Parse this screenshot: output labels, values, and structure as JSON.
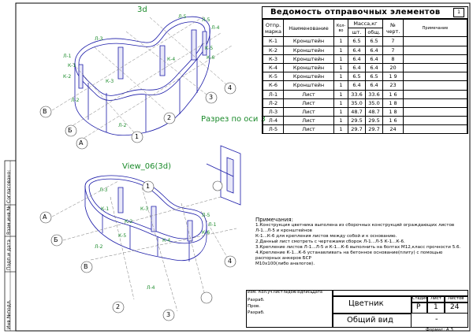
{
  "views": {
    "view_3d_label": "3d",
    "view_06_label": "View_06(3d)",
    "section_label": "Разрез по оси 3"
  },
  "axis_labels_top": [
    "В",
    "Б",
    "А",
    "1",
    "2",
    "3",
    "4"
  ],
  "axis_labels_bottom": [
    "А",
    "Б",
    "В",
    "1",
    "2",
    "3",
    "4"
  ],
  "element_labels_top": [
    "Л-5",
    "Л-4",
    "Л-5",
    "Л-3",
    "Л-1",
    "К-1",
    "К-2",
    "К-3",
    "К-4",
    "К-5",
    "К-6",
    "Л-2",
    "Л-2"
  ],
  "element_labels_bottom": [
    "Л-3",
    "К-1",
    "К-2",
    "К-3",
    "К-5",
    "К-4",
    "К-6",
    "Л-5",
    "Л-1",
    "Л-2",
    "Л-4"
  ],
  "schedule": {
    "title": "Ведомость отправочных элементов",
    "sheet_no": "1",
    "headers": {
      "mark": "Отпр. марка",
      "name": "Наименование",
      "qty": "Кол-во",
      "mass": "Масса,кг",
      "mass_unit": "шт.",
      "mass_total": "общ.",
      "drawing_no": "№ черт.",
      "note": "Примечание"
    },
    "rows": [
      [
        "К-1",
        "Кронштейн",
        "1",
        "6.5",
        "6.5",
        "7",
        ""
      ],
      [
        "К-2",
        "Кронштейн",
        "1",
        "6.4",
        "6.4",
        "7",
        ""
      ],
      [
        "К-3",
        "Кронштейн",
        "1",
        "6.4",
        "6.4",
        "8",
        ""
      ],
      [
        "К-4",
        "Кронштейн",
        "1",
        "6.4",
        "6.4",
        "20",
        ""
      ],
      [
        "К-5",
        "Кронштейн",
        "1",
        "6.5",
        "6.5",
        "1 9",
        ""
      ],
      [
        "К-6",
        "Кронштейн",
        "1",
        "6.4",
        "6.4",
        "23",
        ""
      ],
      [
        "Л-1",
        "Лист",
        "1",
        "33.6",
        "33.6",
        "1 6",
        ""
      ],
      [
        "Л-2",
        "Лист",
        "1",
        "35.0",
        "35.0",
        "1 8",
        ""
      ],
      [
        "Л-3",
        "Лист",
        "1",
        "48.7",
        "48.7",
        "1 8",
        ""
      ],
      [
        "Л-4",
        "Лист",
        "1",
        "29.5",
        "29.5",
        "1 6",
        ""
      ],
      [
        "Л-5",
        "Лист",
        "1",
        "29.7",
        "29.7",
        "24",
        ""
      ]
    ]
  },
  "notes": {
    "title": "Примечания:",
    "items": [
      "1.Конструкция цветника выполена из сборочных конструкций ограждающих листов Л-1...Л-5 и кронштейнов",
      "К-1...К-6 для крепления листов между собой и к основанию.",
      "2.Данный лист смотреть с чертежами сборок Л-1...Л-5 К-1...К-6.",
      "3.Крепление листов Л-1...Л-5 и К-1...К-6 выполнить на болтах М12,класс прочности 5.6.",
      "4.Крепление К-1...К-6 устанавливать на бетонное основание(плиту) с помощью распорных анкеров БСР",
      "М10х100(либо аналогов)."
    ]
  },
  "title_block": {
    "col_labels": [
      "Изм.",
      "Кол.уч",
      "Лист",
      "№док",
      "Подпись",
      "Дата"
    ],
    "roles": [
      "Разраб.",
      "Пров.",
      "Разраб."
    ],
    "project": "Цветник",
    "sheet_title": "Общий вид",
    "stage_label": "Стадия",
    "sheet_label": "Лист",
    "sheets_label": "Листов",
    "stage": "Р",
    "sheet": "1",
    "sheets": "24",
    "dash": "-",
    "format": "Формат: А 3"
  },
  "left_strip": [
    "Инв.№подл.",
    "Подп.и дата",
    "Взам.инв.№",
    "Согласовано:"
  ]
}
